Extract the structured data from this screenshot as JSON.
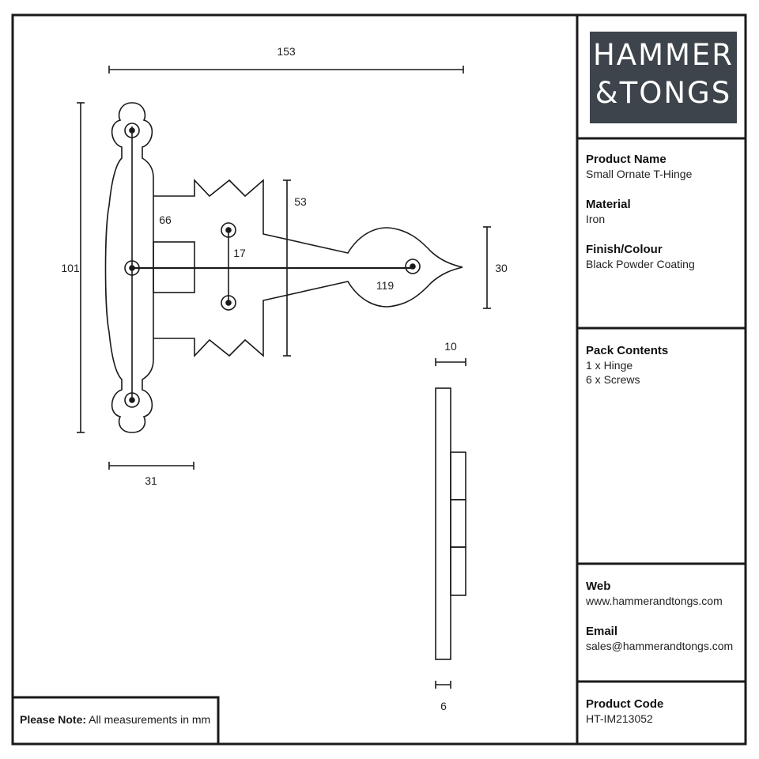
{
  "brand": {
    "line1": "HAMMER",
    "line2": "&TONGS"
  },
  "product": {
    "name_label": "Product Name",
    "name_value": "Small Ornate T-Hinge",
    "material_label": "Material",
    "material_value": "Iron",
    "finish_label": "Finish/Colour",
    "finish_value": "Black Powder Coating"
  },
  "pack": {
    "label": "Pack Contents",
    "items": [
      "1 x Hinge",
      "6 x Screws"
    ]
  },
  "contact": {
    "web_label": "Web",
    "web_value": "www.hammerandtongs.com",
    "email_label": "Email",
    "email_value": "sales@hammerandtongs.com"
  },
  "code": {
    "label": "Product Code",
    "value": "HT-IM213052"
  },
  "note": {
    "label": "Please Note:",
    "text": " All measurements in mm"
  },
  "dimensions": {
    "overall_length": "153",
    "height": "101",
    "strap_height": "53",
    "leaf_width": "31",
    "leaf_to_strap": "66",
    "hole_spacing": "17",
    "strap_length": "119",
    "tip_width": "30",
    "side_depth": "10",
    "side_thickness": "6"
  },
  "colors": {
    "line": "#1a1a1a",
    "logo_bg": "#3d444b",
    "logo_fg": "#ffffff"
  }
}
